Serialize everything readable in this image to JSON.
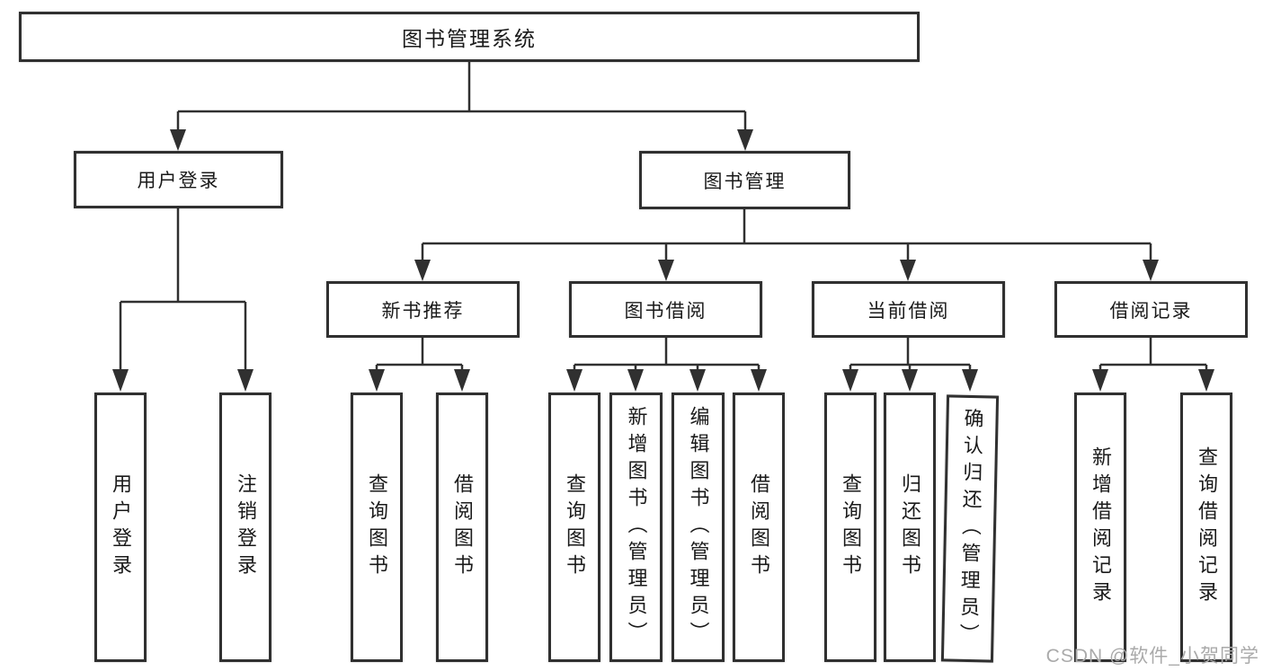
{
  "diagram": {
    "root": {
      "label": "图书管理系统"
    },
    "children": [
      {
        "label": "用户登录",
        "children": [
          {
            "label": "用户登录"
          },
          {
            "label": "注销登录"
          }
        ]
      },
      {
        "label": "图书管理",
        "children": [
          {
            "label": "新书推荐",
            "children": [
              {
                "label": "查询图书"
              },
              {
                "label": "借阅图书"
              }
            ]
          },
          {
            "label": "图书借阅",
            "children": [
              {
                "label": "查询图书"
              },
              {
                "label": "新增图书（管理员）"
              },
              {
                "label": "编辑图书（管理员）"
              },
              {
                "label": "借阅图书"
              }
            ]
          },
          {
            "label": "当前借阅",
            "children": [
              {
                "label": "查询图书"
              },
              {
                "label": "归还图书"
              },
              {
                "label": "确认归还（管理员）"
              }
            ]
          },
          {
            "label": "借阅记录",
            "children": [
              {
                "label": "新增借阅记录"
              },
              {
                "label": "查询借阅记录"
              }
            ]
          }
        ]
      }
    ]
  },
  "watermark": {
    "text": "CSDN @软件_小贺同学"
  },
  "colors": {
    "line": "#303030",
    "text": "#1a1a1a",
    "box_fill": "#ffffff",
    "watermark": "#aaaaaa",
    "background": "#ffffff"
  }
}
